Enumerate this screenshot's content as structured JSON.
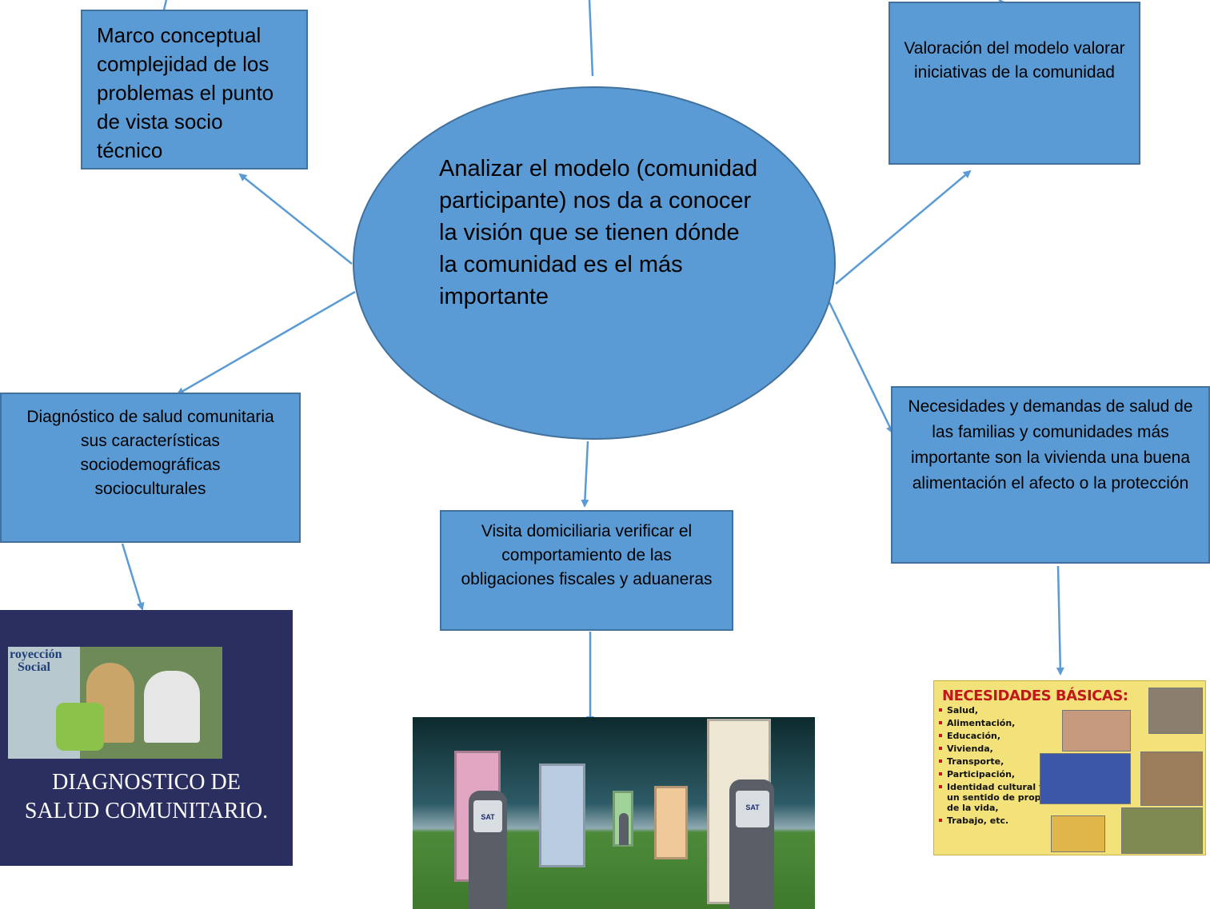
{
  "center": {
    "text": "Analizar el modelo (comunidad participante) nos da a conocer la visión que se tienen dónde la comunidad es el más importante"
  },
  "boxes": {
    "marco": "Marco conceptual complejidad de los problemas el punto de vista socio técnico",
    "valoracion": "Valoración del modelo valorar iniciativas de la comunidad",
    "diagnostico": "Diagnóstico de salud comunitaria sus características sociodemográficas socioculturales",
    "visita": "Visita domiciliaria verificar el comportamiento de las obligaciones fiscales y aduaneras",
    "necesidades": "Necesidades y demandas de salud de las familias y comunidades más importante son la vivienda una buena alimentación el afecto o la protección"
  },
  "images": {
    "diagnostico": {
      "photo_label_1": "royección",
      "photo_label_2": "Social",
      "caption_line1": "DIAGNOSTICO DE",
      "caption_line2": "SALUD COMUNITARIO."
    },
    "sat": {
      "vest_label": "SAT"
    },
    "necesidades": {
      "title": "NECESIDADES BÁSICAS:",
      "items": [
        "Salud,",
        "Alimentación,",
        "Educación,",
        "Vivienda,",
        "Transporte,",
        "Participación,",
        "Identidad cultural y\nun sentido de propósito\nde la vida,",
        "Trabajo, etc."
      ]
    }
  },
  "colors": {
    "box_fill": "#5b9bd5",
    "box_border": "#41719c",
    "arrow": "#5b9bd5"
  }
}
